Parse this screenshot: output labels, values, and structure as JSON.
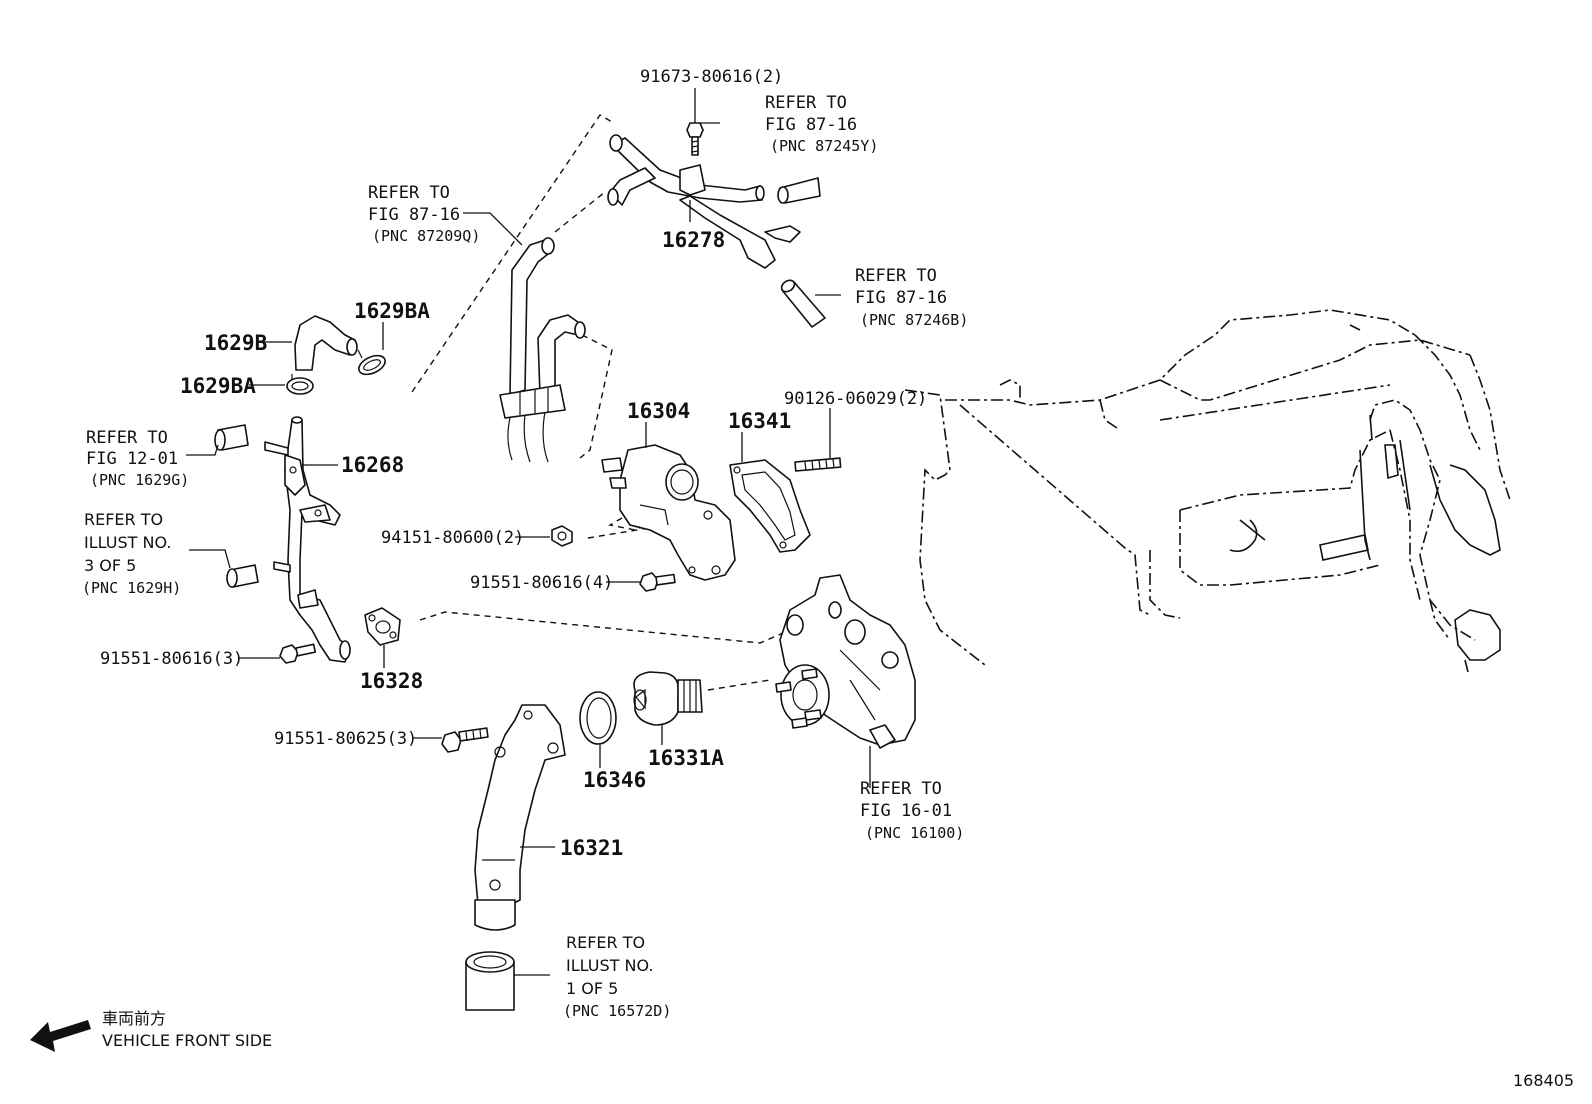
{
  "labels": {
    "p91673": "91673-80616(2)",
    "ref8716a_1": "REFER TO",
    "ref8716a_2": "FIG 87-16",
    "ref8716a_3": "(PNC 87245Y)",
    "ref87209_1": "REFER TO",
    "ref87209_2": "FIG 87-16",
    "ref87209_3": "(PNC 87209Q)",
    "p16278": "16278",
    "ref87246_1": "REFER TO",
    "ref87246_2": "FIG 87-16",
    "ref87246_3": "(PNC 87246B)",
    "p1629BA_top": "1629BA",
    "p1629B": "1629B",
    "p1629BA": "1629BA",
    "p16304": "16304",
    "p16341": "16341",
    "p90126": "90126-06029(2)",
    "ref1201_1": "REFER TO",
    "ref1201_2": "FIG 12-01",
    "ref1201_3": "(PNC 1629G)",
    "p16268": "16268",
    "refill3_1": "REFER TO",
    "refill3_2": "ILLUST NO.",
    "refill3_3": "3 OF 5",
    "refill3_4": "(PNC 1629H)",
    "p94151": "94151-80600(2)",
    "p91551_4": "91551-80616(4)",
    "p91551_3": "91551-80616(3)",
    "p16328": "16328",
    "p91551_625": "91551-80625(3)",
    "p16346": "16346",
    "p16331A": "16331A",
    "ref1601_1": "REFER TO",
    "ref1601_2": "FIG 16-01",
    "ref1601_3": "(PNC 16100)",
    "p16321": "16321",
    "refill1_1": "REFER TO",
    "refill1_2": "ILLUST NO.",
    "refill1_3": "1 OF 5",
    "refill1_4": "(PNC 16572D)",
    "front_jp": "車両前方",
    "front_en": "VEHICLE FRONT SIDE",
    "figure_no": "168405"
  },
  "icons": {
    "front_arrow": "arrow-left-icon"
  }
}
